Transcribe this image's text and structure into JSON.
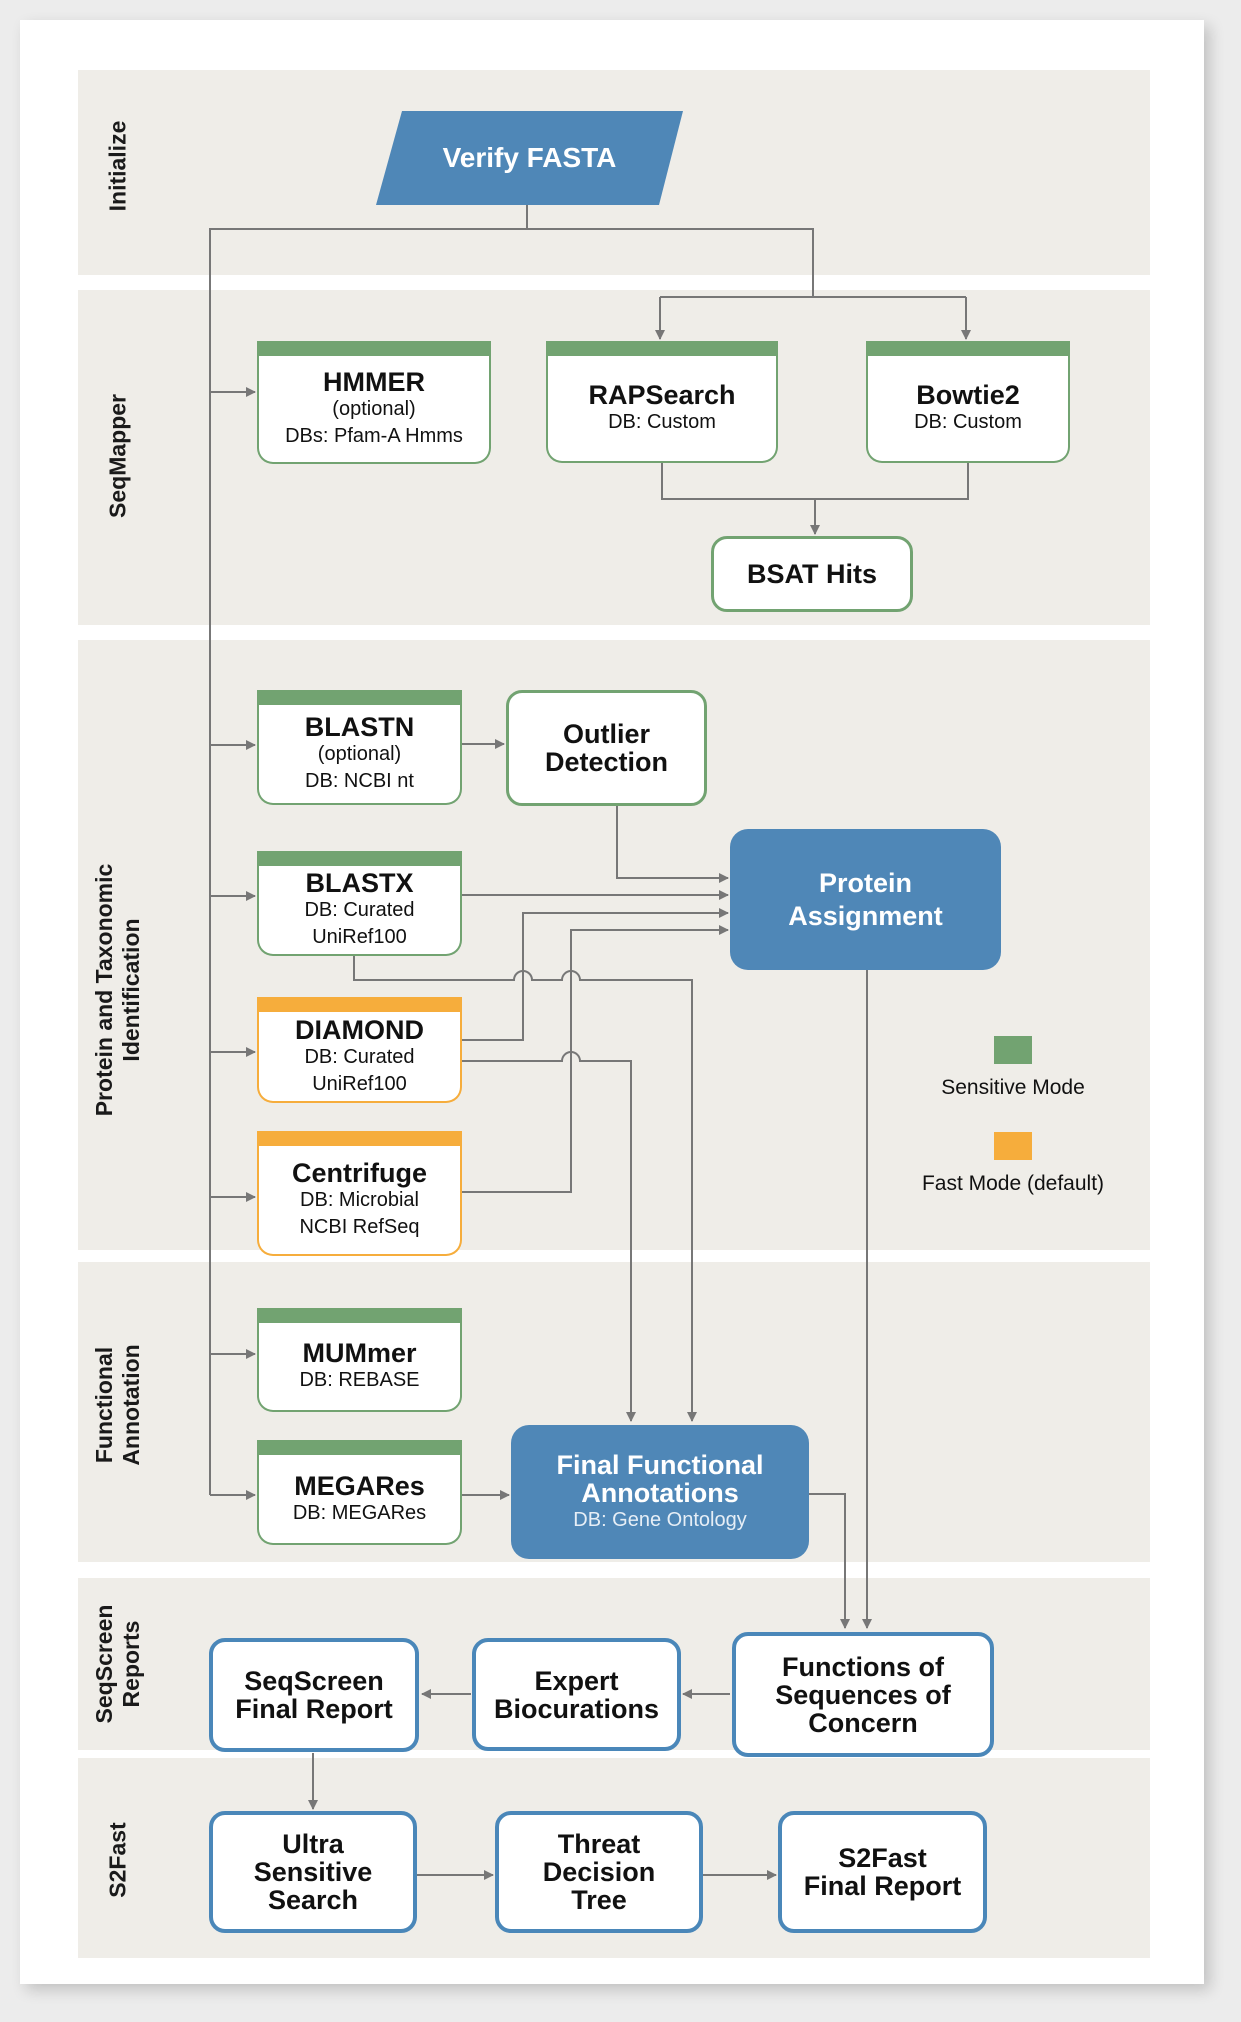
{
  "sections": {
    "initialize": "Initialize",
    "seqmapper": "SeqMapper",
    "protein_tax_line1": "Protein and Taxonomic",
    "protein_tax_line2": "Identification",
    "functional_line1": "Functional",
    "functional_line2": "Annotation",
    "seqscreen_line1": "SeqScreen",
    "seqscreen_line2": "Reports",
    "s2fast": "S2Fast"
  },
  "nodes": {
    "verify_fasta": "Verify FASTA",
    "hmmer": {
      "title": "HMMER",
      "sub1": "(optional)",
      "sub2": "DBs: Pfam-A Hmms"
    },
    "rapsearch": {
      "title": "RAPSearch",
      "sub1": "DB: Custom"
    },
    "bowtie2": {
      "title": "Bowtie2",
      "sub1": "DB: Custom"
    },
    "bsat_hits": "BSAT Hits",
    "blastn": {
      "title": "BLASTN",
      "sub1": "(optional)",
      "sub2": "DB: NCBI nt"
    },
    "outlier": {
      "line1": "Outlier",
      "line2": "Detection"
    },
    "blastx": {
      "title": "BLASTX",
      "sub1": "DB: Curated UniRef100"
    },
    "protein_assignment": {
      "line1": "Protein",
      "line2": "Assignment"
    },
    "diamond": {
      "title": "DIAMOND",
      "sub1": "DB: Curated UniRef100"
    },
    "centrifuge": {
      "title": "Centrifuge",
      "sub1": "DB: Microbial",
      "sub2": "NCBI RefSeq"
    },
    "mummer": {
      "title": "MUMmer",
      "sub1": "DB: REBASE"
    },
    "megares": {
      "title": "MEGARes",
      "sub1": "DB: MEGARes"
    },
    "final_functional": {
      "line1": "Final Functional",
      "line2": "Annotations",
      "sub1": "DB: Gene Ontology"
    },
    "functions_soc": {
      "line1": "Functions of",
      "line2": "Sequences of",
      "line3": "Concern"
    },
    "expert_bio": {
      "line1": "Expert",
      "line2": "Biocurations"
    },
    "seqscreen_final": {
      "line1": "SeqScreen",
      "line2": "Final Report"
    },
    "ultra_sensitive": {
      "line1": "Ultra",
      "line2": "Sensitive",
      "line3": "Search"
    },
    "threat_tree": {
      "line1": "Threat",
      "line2": "Decision",
      "line3": "Tree"
    },
    "s2fast_final": {
      "line1": "S2Fast",
      "line2": "Final Report"
    }
  },
  "legend": {
    "sensitive": "Sensitive Mode",
    "fast": "Fast Mode (default)"
  },
  "colors": {
    "band": "#efede8",
    "sensitive_green": "#72a371",
    "fast_orange": "#f6ad3c",
    "blue": "#4f87b7",
    "connector": "#777777"
  }
}
